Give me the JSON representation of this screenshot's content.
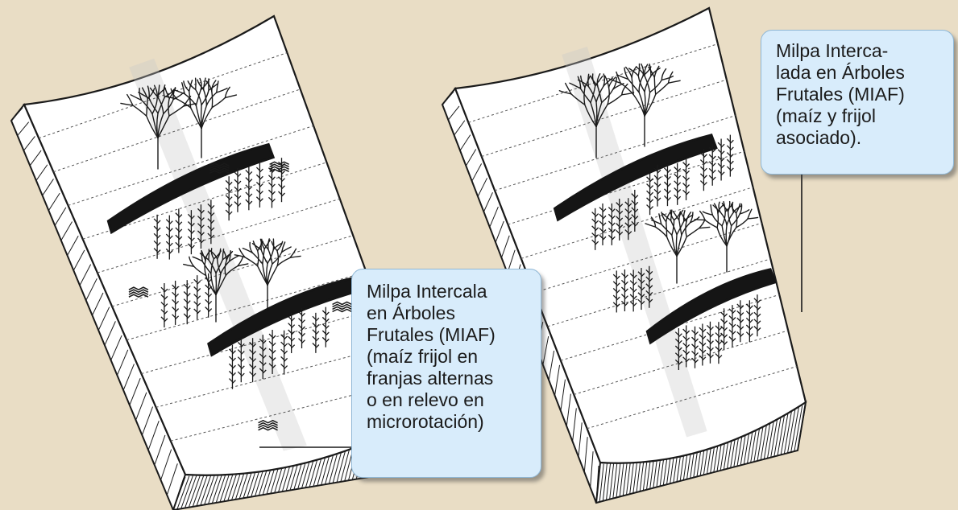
{
  "diagram": {
    "panels": [
      {
        "id": "left",
        "arrangement": "strips",
        "callout_text": "Milpa Intercala\nen Árboles\nFrutales (MIAF)\n(maíz  frijol en\nfranjas alternas\no en relevo en\nmicrorotación)"
      },
      {
        "id": "right",
        "arrangement": "associated",
        "callout_text": "Milpa Interca-\nlada en Árboles\nFrutales (MIAF)\n(maíz y frijol\nasociado)."
      }
    ],
    "colors": {
      "background": "#e9ddc5",
      "land_surface": "#ffffff",
      "ink": "#1a1a1a",
      "callout_fill": "#d8ecfb",
      "callout_border": "#8fb7d6",
      "shade": "#c8c8c8"
    }
  }
}
